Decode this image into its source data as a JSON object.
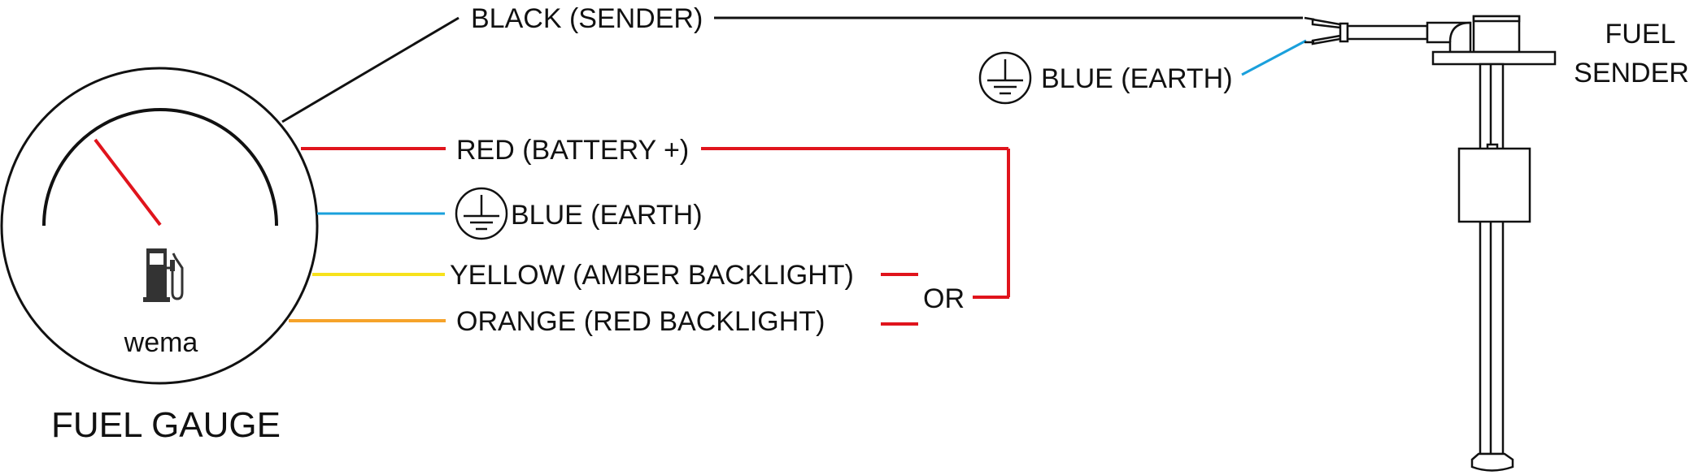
{
  "gauge": {
    "brand": "wema",
    "title": "FUEL GAUGE",
    "fuel_icon": "fuel-pump-icon"
  },
  "wires": {
    "black_sender": "BLACK (SENDER)",
    "red_battery": "RED (BATTERY +)",
    "blue_earth": "BLUE (EARTH)",
    "yellow_amber": "YELLOW (AMBER BACKLIGHT)",
    "orange_red": "ORANGE (RED BACKLIGHT)",
    "or": "OR"
  },
  "sender": {
    "title_line1": "FUEL",
    "title_line2": "SENDER",
    "blue_earth": "BLUE (EARTH)"
  },
  "icons": {
    "ground": "ground-symbol-icon"
  },
  "colors": {
    "black": "#111111",
    "red": "#e0141c",
    "blue": "#1aa0dc",
    "yellow": "#f7e21c",
    "orange": "#f6a32a"
  }
}
